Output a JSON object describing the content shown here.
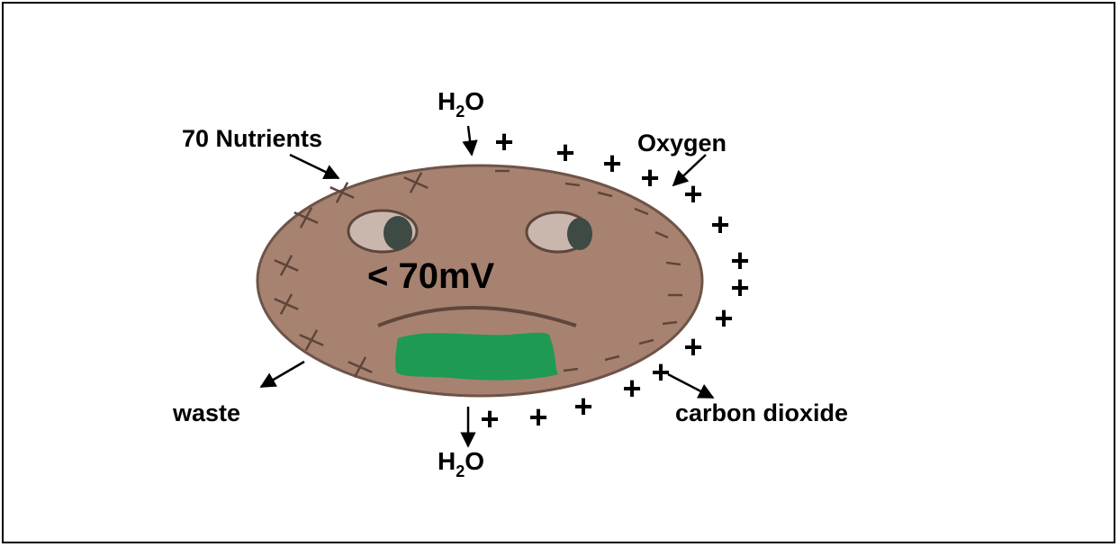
{
  "diagram": {
    "labels": {
      "h2o_top": {
        "main": "H",
        "sub": "2",
        "tail": "O"
      },
      "h2o_bottom": {
        "main": "H",
        "sub": "2",
        "tail": "O"
      },
      "nutrients": "70 Nutrients",
      "oxygen": "Oxygen",
      "waste": "waste",
      "carbon_dioxide": "carbon dioxide",
      "membrane_potential": "< 70mV"
    },
    "symbols": {
      "positive": "+"
    },
    "colors": {
      "cell_fill": "#a88270",
      "cell_stroke": "#6e5448",
      "marks": "#5e463c",
      "mouth_patch": "#1f9a55",
      "eye_white": "#c9b7ad",
      "eye_pupil": "#3e4a44",
      "ink": "#000000",
      "border": "#000000"
    }
  }
}
